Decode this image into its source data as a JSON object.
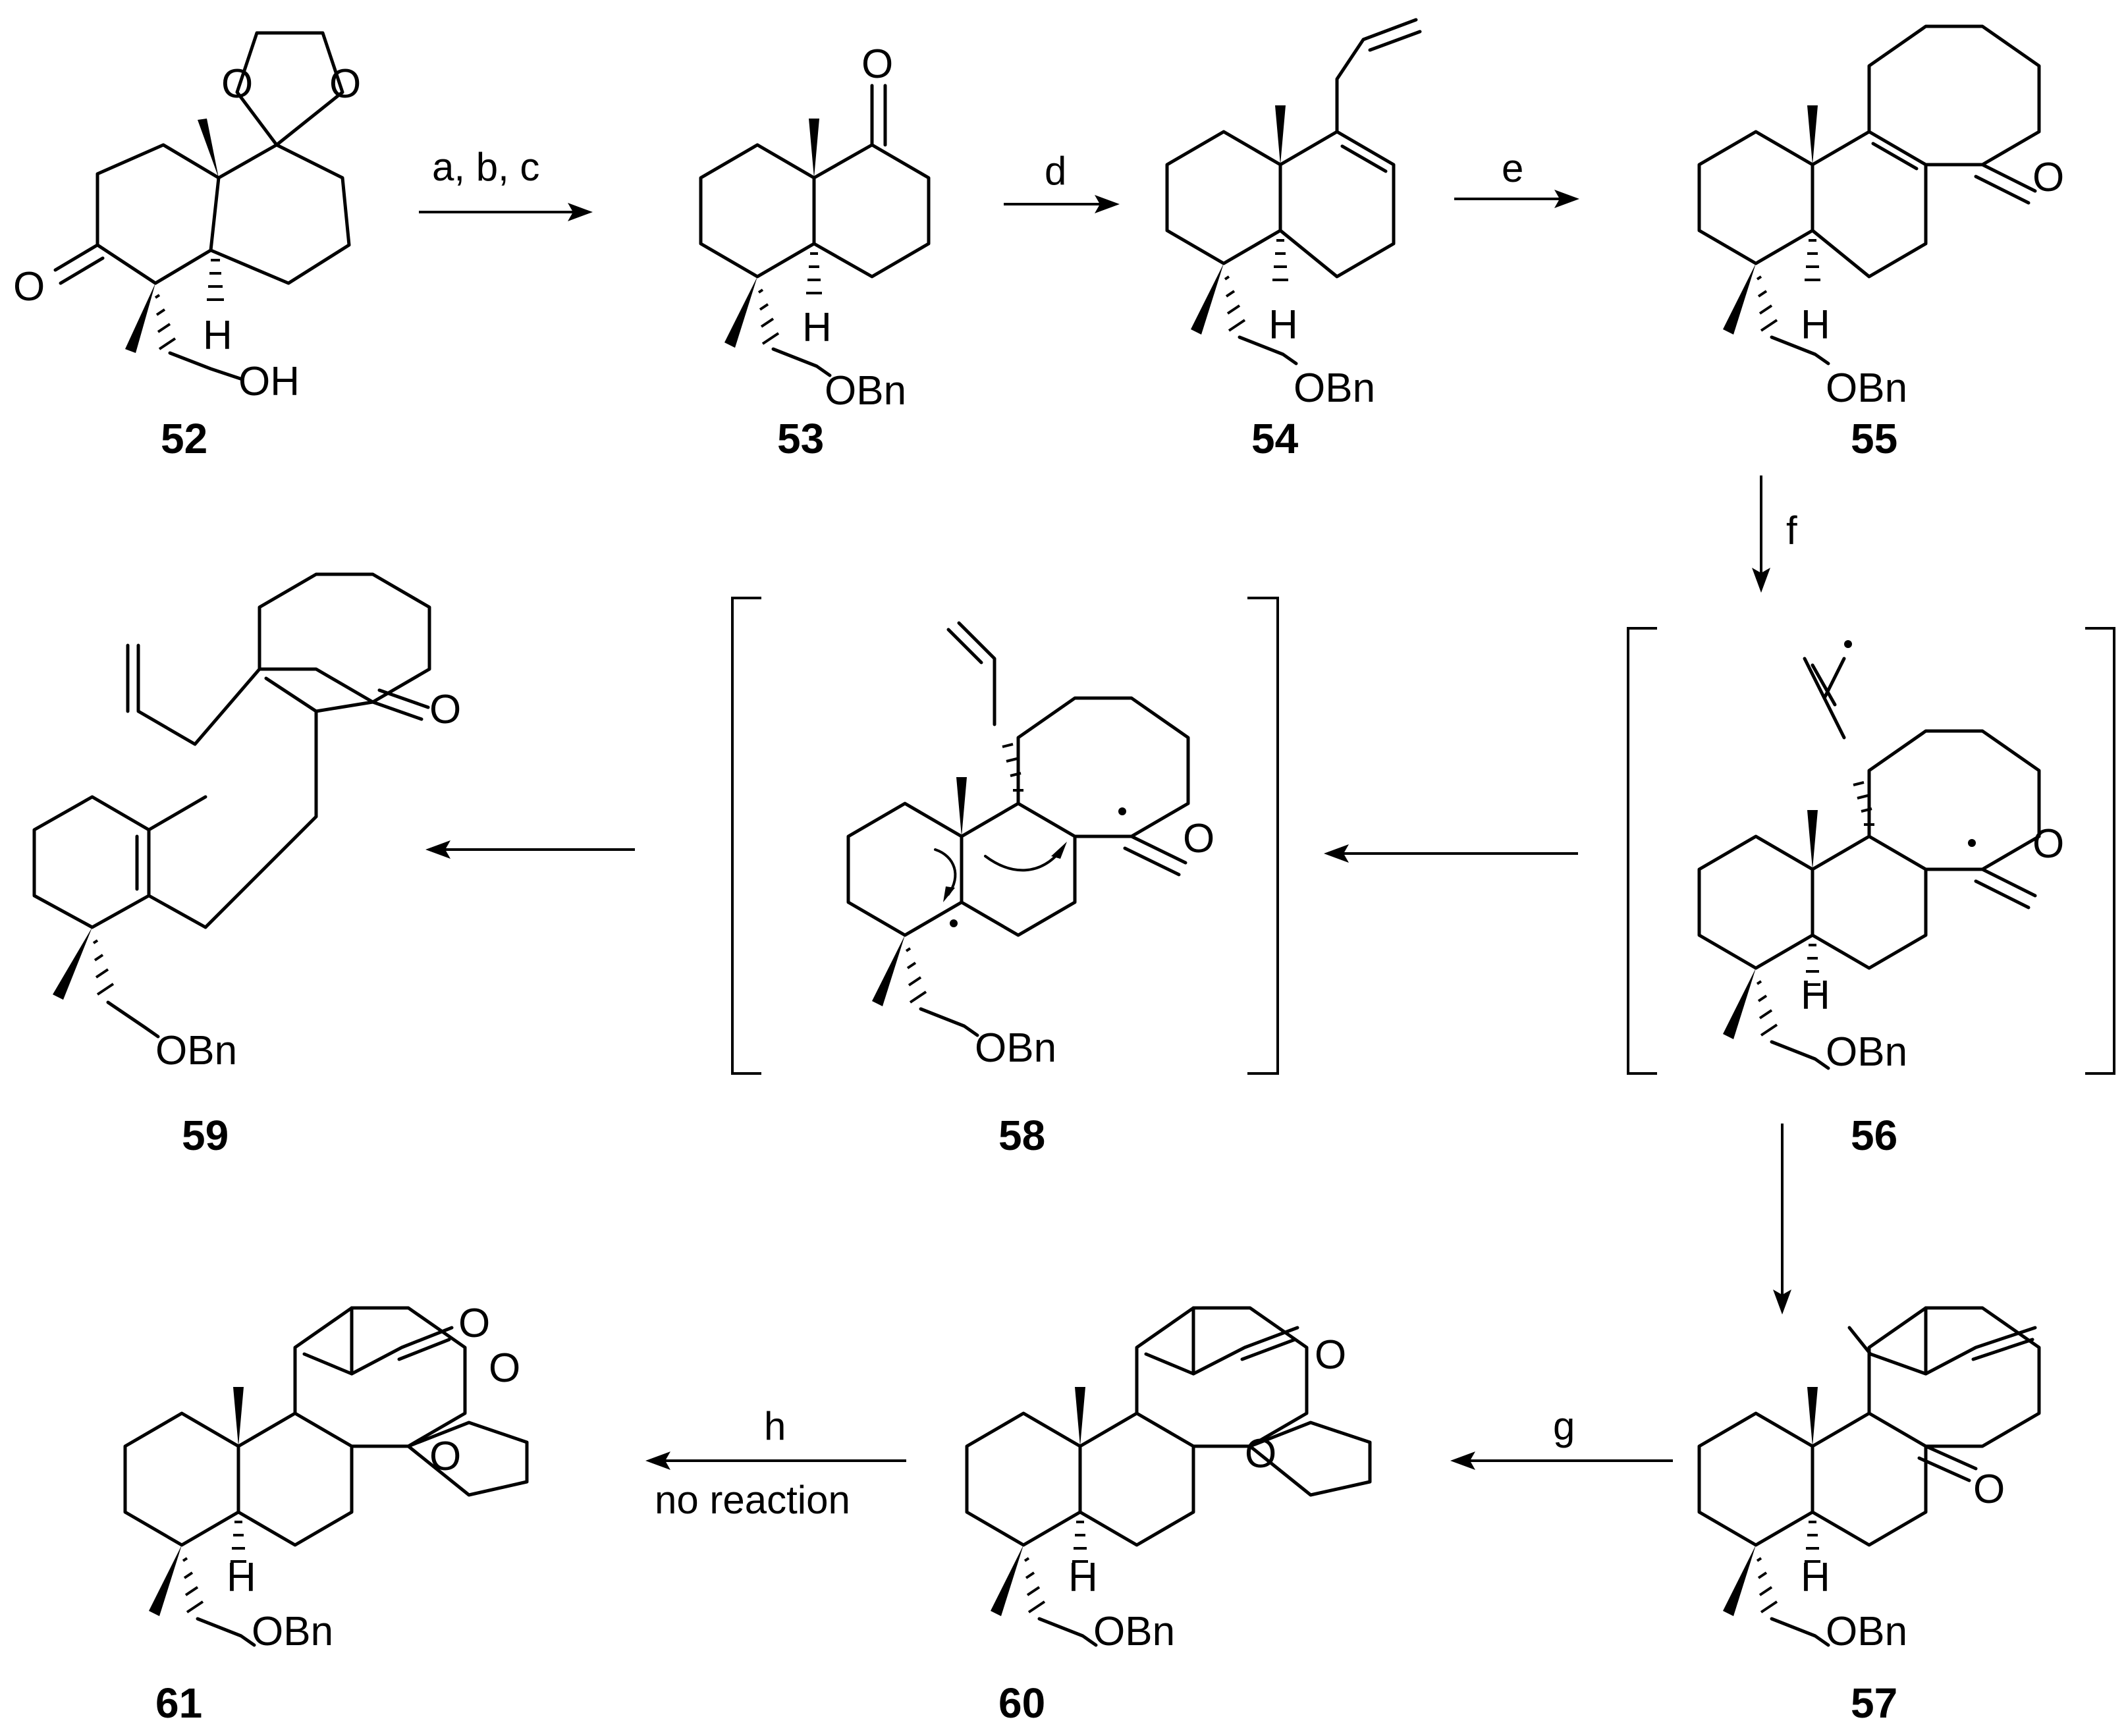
{
  "compounds": {
    "c52": "52",
    "c53": "53",
    "c54": "54",
    "c55": "55",
    "c56": "56",
    "c57": "57",
    "c58": "58",
    "c59": "59",
    "c60": "60",
    "c61": "61"
  },
  "atoms": {
    "O": "O",
    "H": "H",
    "OH": "OH",
    "OBn": "OBn"
  },
  "conditions": {
    "step_abc": "a, b, c",
    "step_d": "d",
    "step_e": "e",
    "step_f": "f",
    "step_g": "g",
    "step_h": "h",
    "no_reaction": "no reaction"
  }
}
